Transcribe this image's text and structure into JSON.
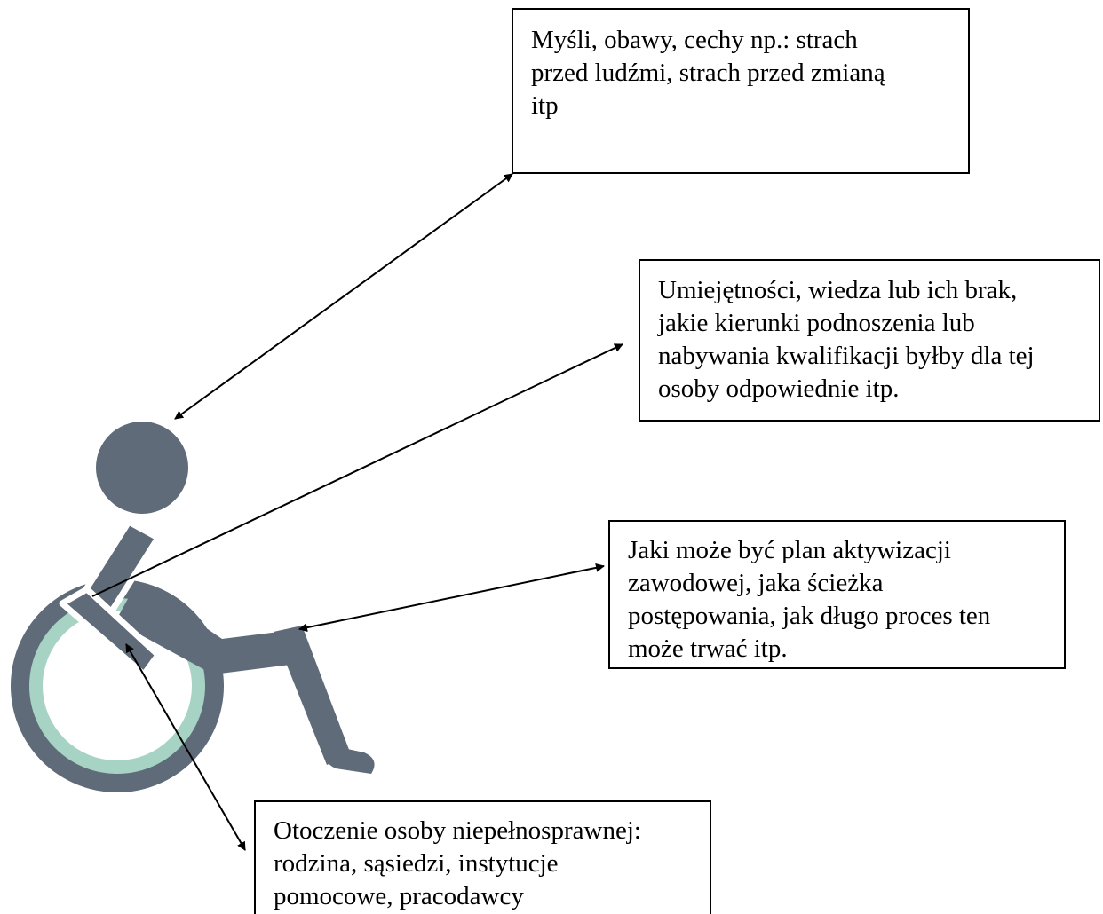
{
  "notes": {
    "thoughts": "Myśli, obawy, cechy np.: strach\nprzed ludźmi, strach przed zmianą\nitp",
    "skills": "Umiejętności, wiedza lub ich brak,\njakie kierunki podnoszenia lub\nnabywania kwalifikacji byłby dla tej\nosoby odpowiednie itp.",
    "plan": "Jaki może być plan aktywizacji\nzawodowej, jaka ścieżka\npostępowania, jak długo proces ten\nmoże trwać itp.",
    "environment": "Otoczenie osoby niepełnosprawnej:\nrodzina, sąsiedzi, instytucje\npomocowe, pracodawcy"
  },
  "figure": {
    "icon": "wheelchair-user-icon",
    "colors": {
      "body": "#5f6b78",
      "wheel_inner": "#a6d3c4",
      "background": "#ffffff"
    }
  },
  "connectors": [
    {
      "name": "arrow-head-to-thoughts",
      "style": "double-headed"
    },
    {
      "name": "arrow-arm-to-skills",
      "style": "single-headed"
    },
    {
      "name": "arrow-leg-to-plan",
      "style": "double-headed"
    },
    {
      "name": "arrow-wheel-to-environment",
      "style": "double-headed"
    }
  ]
}
